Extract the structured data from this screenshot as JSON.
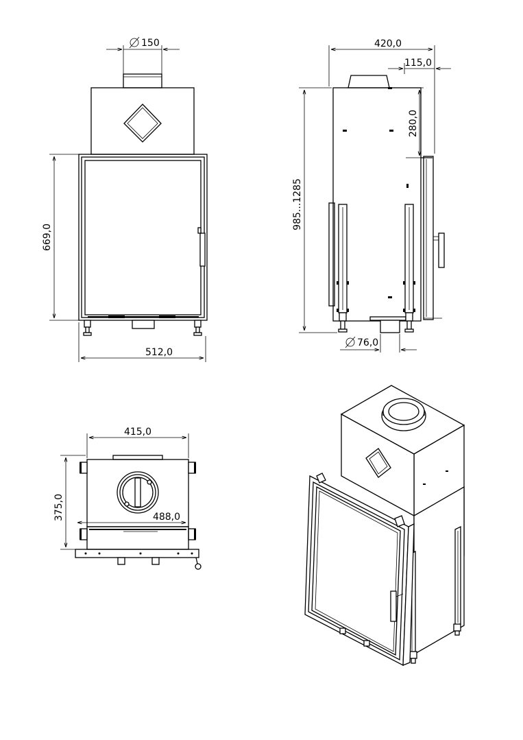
{
  "front_view": {
    "flue_diameter": "150",
    "height": "669,0",
    "width": "512,0"
  },
  "side_view": {
    "depth": "420,0",
    "flue_offset": "115,0",
    "flue_height": "280,0",
    "total_height": "985...1285",
    "air_inlet": "76,0"
  },
  "top_view": {
    "width": "415,0",
    "depth": "375,0",
    "base_width": "488,0"
  },
  "icons": {
    "diameter": "diameter-symbol",
    "handle": "door-handle",
    "leg": "adjustable-foot"
  }
}
